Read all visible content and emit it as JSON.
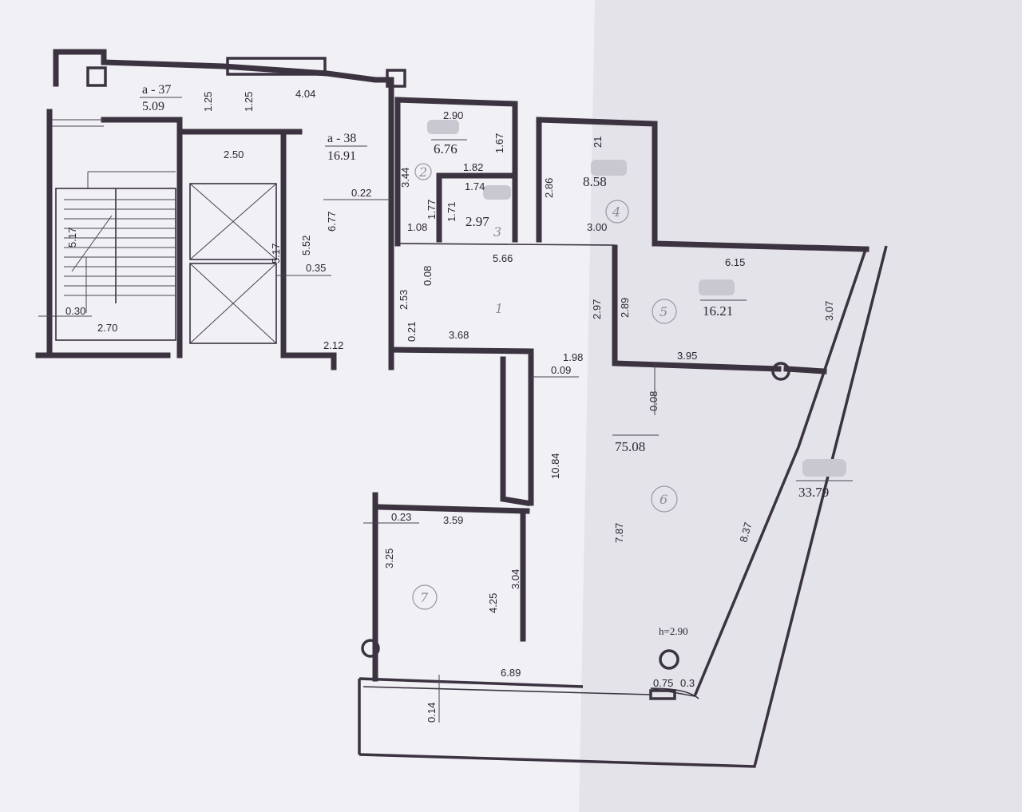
{
  "colors": {
    "ink": "#3b3340",
    "paper": "#f1f0f5",
    "paper_shadow": "#e4e3ea",
    "pencil": "#9b96a3"
  },
  "labels": {
    "a37_code": "a - 37",
    "a37_area": "5.09",
    "a38_code": "a - 38",
    "a38_area": "16.91",
    "height": "h=2.90"
  },
  "areas": {
    "room2": "6.76",
    "room3": "2.97",
    "room4": "8.58",
    "room5": "16.21",
    "room6": "75.08",
    "balcony": "33.79"
  },
  "room_numbers": {
    "r1": "1",
    "r2": "2",
    "r3": "3",
    "r4": "4",
    "r5": "5",
    "r6": "6",
    "r7": "7"
  },
  "dims": {
    "d125a": "1.25",
    "d125b": "1.25",
    "d404": "4.04",
    "d250": "2.50",
    "d022": "0.22",
    "d677": "6.77",
    "d517a": "5.17",
    "d552": "5.52",
    "d517b": "5.17",
    "d035": "0.35",
    "d030": "0.30",
    "d270": "2.70",
    "d212": "2.12",
    "d290": "2.90",
    "d167": "1.67",
    "d344": "3.44",
    "d182": "1.82",
    "d174": "1.74",
    "d177": "1.77",
    "d171": "1.71",
    "d108": "1.08",
    "d286": "2.86",
    "d021top": "21",
    "d300": "3.00",
    "d566": "5.66",
    "d008a": "0.08",
    "d253": "2.53",
    "d021": "0.21",
    "d368": "3.68",
    "d615": "6.15",
    "d297": "2.97",
    "d289": "2.89",
    "d307": "3.07",
    "d395": "3.95",
    "d198": "1.98",
    "d009": "0.09",
    "d008b": "0.08",
    "d1084": "10.84",
    "d787": "7.87",
    "d837": "8.37",
    "d023": "0.23",
    "d359": "3.59",
    "d325": "3.25",
    "d425": "4.25",
    "d304": "3.04",
    "d689": "6.89",
    "d014": "0.14",
    "d075": "0.75",
    "d03": "0.3"
  }
}
